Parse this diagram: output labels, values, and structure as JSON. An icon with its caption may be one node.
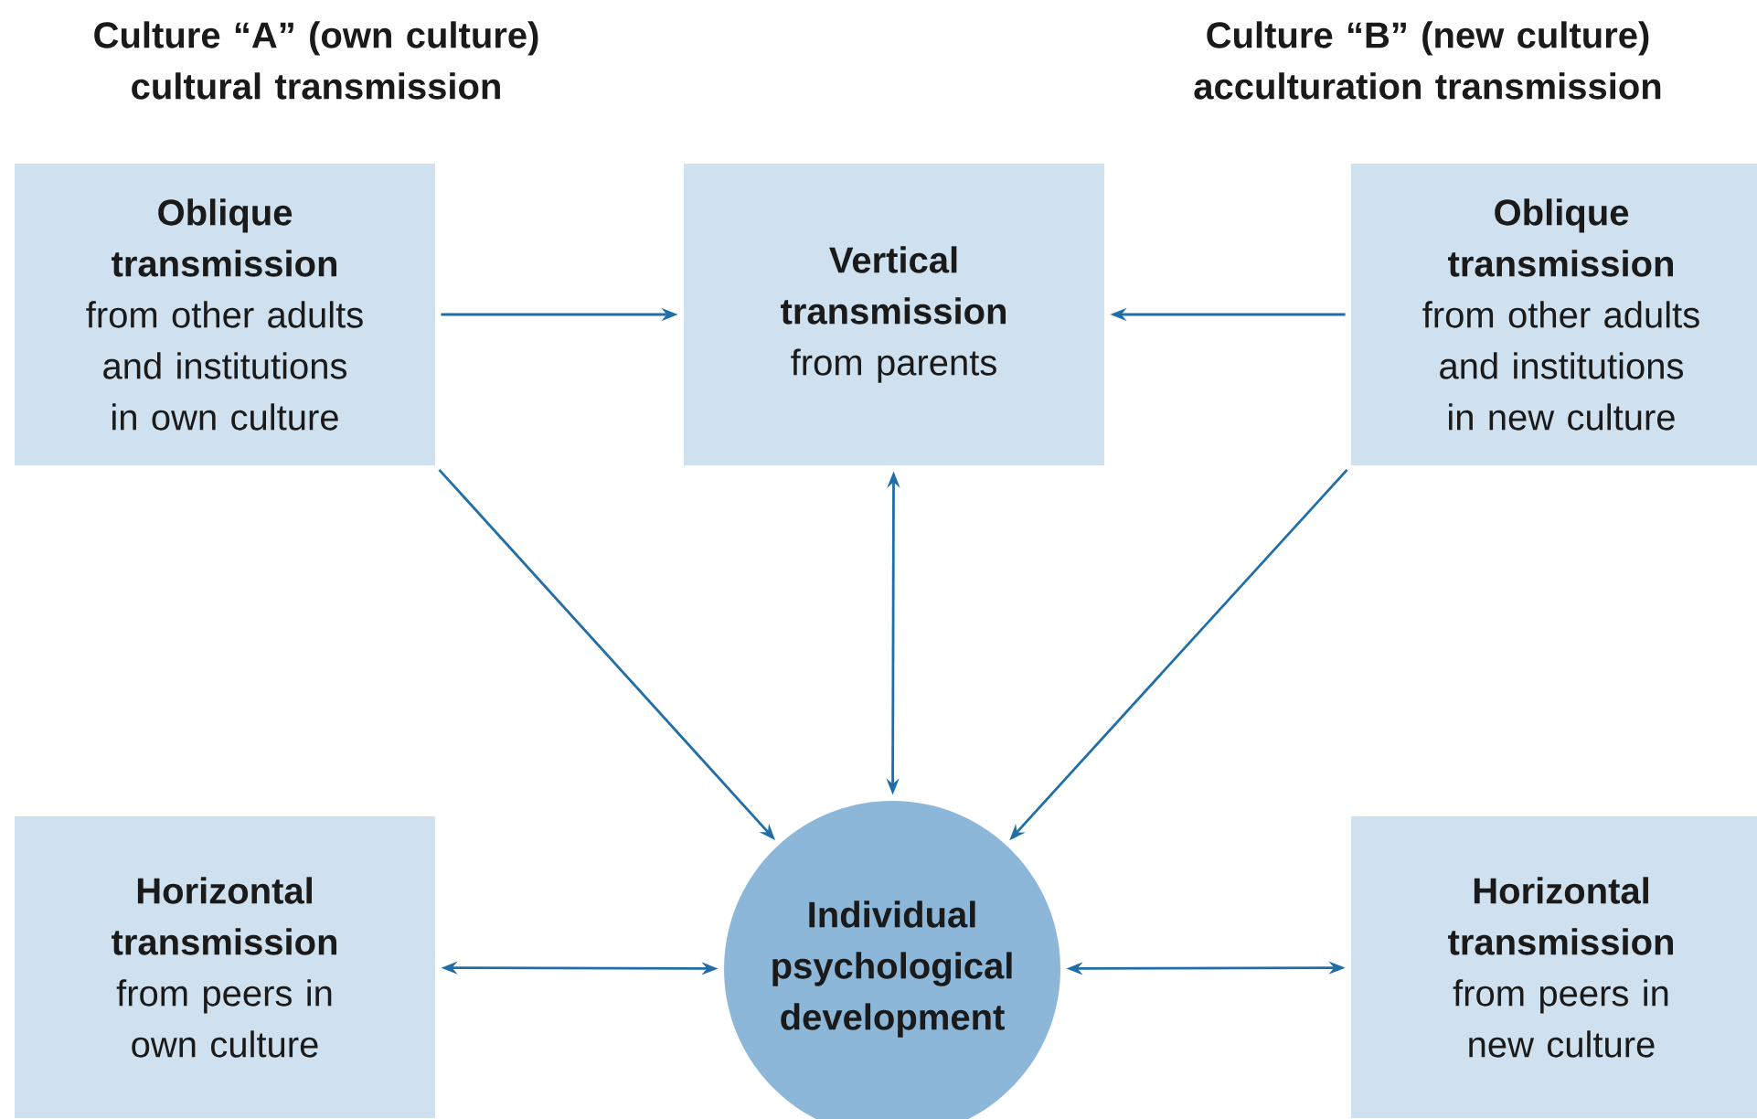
{
  "diagram": {
    "nodes": [
      {
        "text": [
          "Oblique transmission",
          "from other adults and institutions in own culture"
        ]
      },
      {
        "text": [
          "Vertical transmission",
          "from parents"
        ]
      },
      {
        "text": [
          "Oblique transmission",
          "from other adults and institutions in new culture"
        ]
      },
      {
        "text": [
          "Horizontal transmission",
          "from peers in own culture"
        ]
      },
      {
        "text": [
          "Individual psychological development"
        ]
      },
      {
        "text": [
          "Horizontal transmission",
          "from peers in new culture"
        ]
      }
    ],
    "edges": [
      {
        "from": 0,
        "to": 1,
        "arrow": "to"
      },
      {
        "from": 2,
        "to": 1,
        "arrow": "to"
      },
      {
        "from": 0,
        "to": 4,
        "arrow": "to"
      },
      {
        "from": 2,
        "to": 4,
        "arrow": "to"
      },
      {
        "from": 1,
        "to": 4,
        "arrow": "both"
      },
      {
        "from": 3,
        "to": 4,
        "arrow": "both"
      },
      {
        "from": 4,
        "to": 5,
        "arrow": "both"
      }
    ],
    "labels": [
      "Culture “A” (own culture) cultural transmission",
      "Culture “B” (new culture) acculturation transmission"
    ]
  }
}
